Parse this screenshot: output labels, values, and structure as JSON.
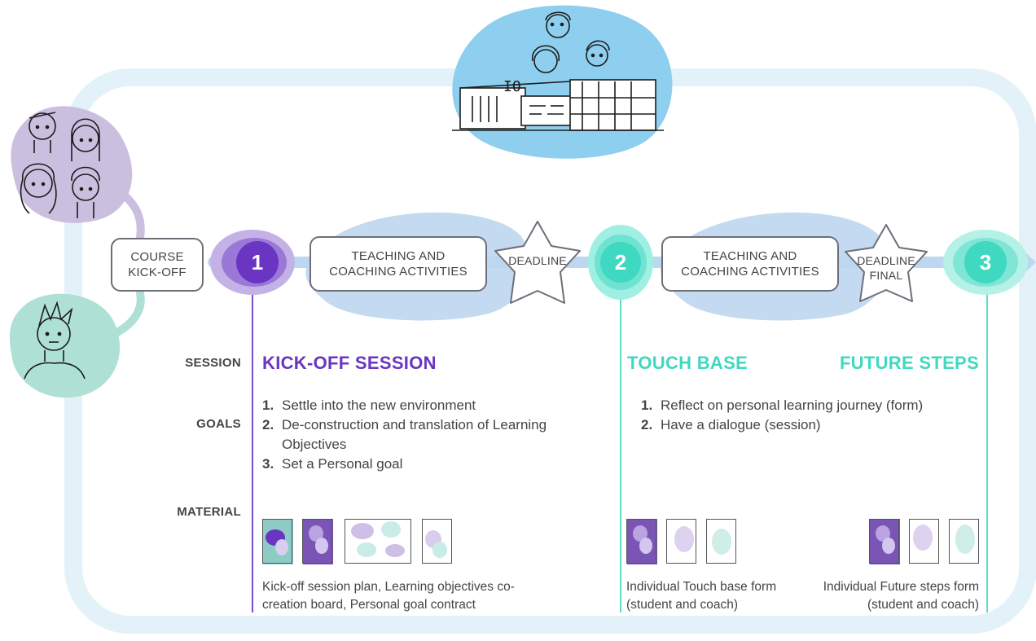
{
  "timeline": {
    "start_label": "COURSE KICK-OFF",
    "milestones": [
      {
        "number": "1",
        "color": "#6a35c2"
      },
      {
        "number": "2",
        "color": "#3fd8c0"
      },
      {
        "number": "3",
        "color": "#3fd8c0"
      }
    ],
    "activities": [
      {
        "label": "TEACHING AND COACHING ACTIVITIES"
      },
      {
        "label": "TEACHING AND COACHING ACTIVITIES"
      }
    ],
    "deadlines": [
      {
        "label": "DEADLINE"
      },
      {
        "label": "DEADLINE FINAL"
      }
    ]
  },
  "row_labels": {
    "session": "SESSION",
    "goals": "GOALS",
    "material": "MATERIAL"
  },
  "columns": [
    {
      "session": "KICK-OFF SESSION",
      "goals": [
        {
          "n": "1.",
          "text": "Settle into the new environment"
        },
        {
          "n": "2.",
          "text": "De-construction and translation of Learning Objectives"
        },
        {
          "n": "3.",
          "text": "Set a Personal goal"
        }
      ],
      "material_caption": "Kick-off session plan, Learning objectives co-creation board, Personal goal contract"
    },
    {
      "session": "TOUCH BASE",
      "goals": [
        {
          "n": "1.",
          "text": "Reflect on personal learning journey (form)"
        },
        {
          "n": "2.",
          "text": "Have a dialogue (session)"
        }
      ],
      "material_caption": "Individual Touch base form (student and coach)"
    },
    {
      "session": "FUTURE STEPS",
      "material_caption": "Individual Future steps form (student and coach)"
    }
  ],
  "building_sign": "IO",
  "colors": {
    "purple": "#6a35c2",
    "teal": "#3fd8c0",
    "frame": "#e3f1f9",
    "blob_blue": "#8ecff0",
    "blob_lilac": "#cbbfe0",
    "blob_mint": "#aee0d6"
  }
}
